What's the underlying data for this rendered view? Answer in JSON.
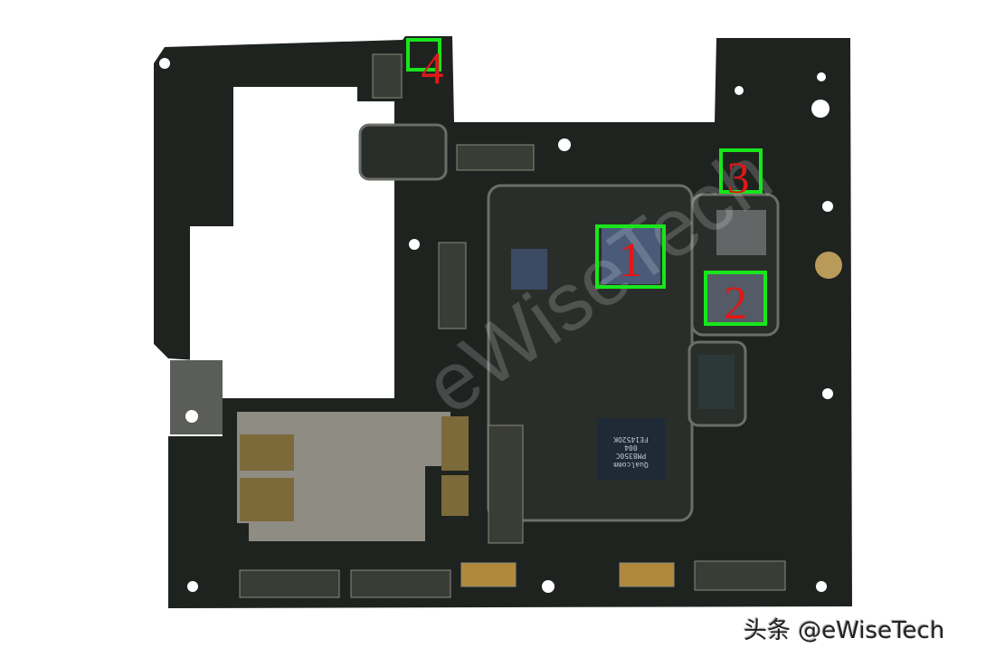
{
  "photo": {
    "subject": "smartphone-motherboard",
    "board_color": "#1f2320",
    "annotation_box_color": "#18e61c",
    "annotation_number_color": "#e01818",
    "annotations": [
      {
        "label": "1"
      },
      {
        "label": "2"
      },
      {
        "label": "3"
      },
      {
        "label": "4"
      }
    ],
    "watermark": "eWiseTech",
    "chip_marking": [
      "Qualcomm",
      "PM8350C",
      "004",
      "FE1452OK"
    ]
  },
  "credit": "头条 @eWiseTech"
}
